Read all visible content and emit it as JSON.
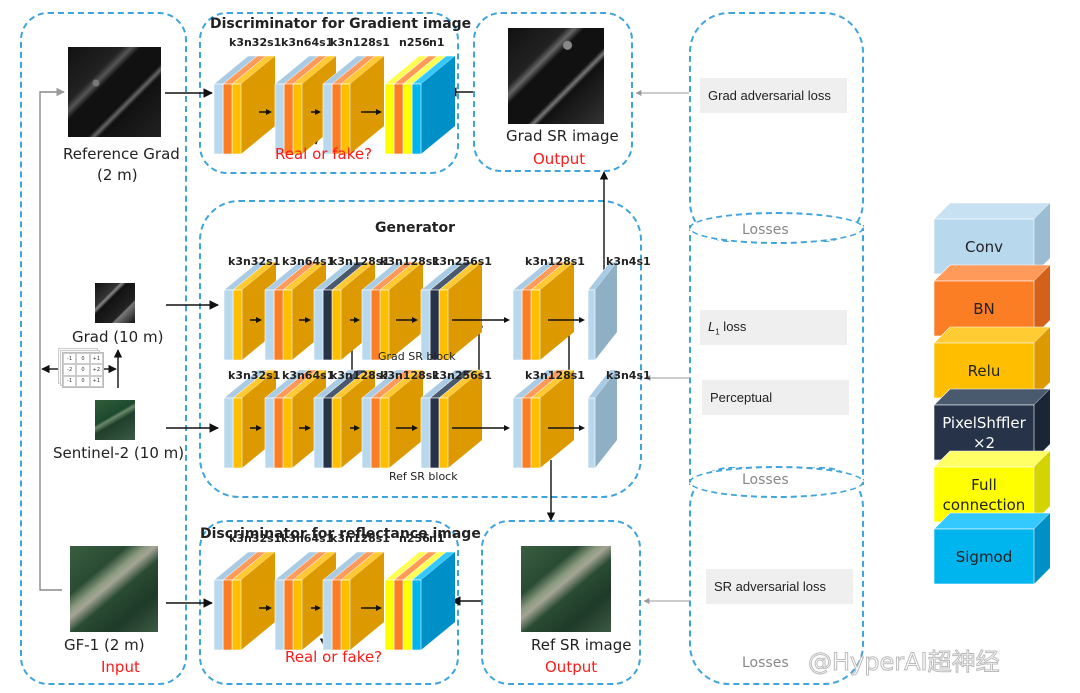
{
  "colors": {
    "conv": "#b8d8ee",
    "bn": "#fb7d24",
    "relu": "#ffbf00",
    "relu_side": "#dd9a00",
    "pixelshuffle": "#263349",
    "full_connection": "#ffff00",
    "sigmoid": "#00b4ee",
    "sigmoid_side": "#0090c8",
    "final_conv_side": "#8fb0c4",
    "dash": "#3fa3dc",
    "accent_red": "#ff1a1a"
  },
  "inputs": {
    "reference_grad": {
      "label": "Reference Grad",
      "sublabel": "(2 m)"
    },
    "grad_10m": {
      "label": "Grad (10 m)"
    },
    "sobel_kernel": [
      [
        "-1",
        "0",
        "+1"
      ],
      [
        "-2",
        "0",
        "+2"
      ],
      [
        "-1",
        "0",
        "+1"
      ]
    ],
    "sentinel2": {
      "label": "Sentinel-2 (10 m)"
    },
    "gf1": {
      "label": "GF-1 (2 m)"
    },
    "input_tag": "Input"
  },
  "disc_grad": {
    "title": "Discriminator for Gradient image",
    "layers": [
      "k3n32s1",
      "k3n64s1",
      "k3n128s1",
      "n256",
      "n1"
    ],
    "verdict": "Real or fake?"
  },
  "disc_ref": {
    "title": "Discriminator for reflectance image",
    "layers": [
      "k3n32s1",
      "k3n64s1",
      "k3n128s1",
      "n256",
      "n1"
    ],
    "verdict": "Real or fake?"
  },
  "generator": {
    "title": "Generator",
    "grad_block": {
      "label": "Grad SR block",
      "layers": [
        "k3n32s1",
        "k3n64s1",
        "k3n128s1",
        "k3n128s1",
        "k3n256s1",
        "k3n128s1",
        "k3n4s1"
      ]
    },
    "ref_block": {
      "label": "Ref SR block",
      "layers": [
        "k3n32s1",
        "k3n64s1",
        "k3n128s1",
        "k3n128s1",
        "k3n256s1",
        "k3n128s1",
        "k3n4s1"
      ]
    }
  },
  "outputs": {
    "grad_sr": {
      "label": "Grad SR image",
      "tag": "Output"
    },
    "ref_sr": {
      "label": "Ref SR image",
      "tag": "Output"
    }
  },
  "losses": {
    "grad_adv": "Grad  adversarial loss",
    "l1_symbol": "L",
    "l1_sub": "1",
    "l1_rest": " loss",
    "perceptual": "Perceptual",
    "sr_adv": "SR  adversarial loss",
    "group_label": "Losses"
  },
  "legend": [
    {
      "key": "conv",
      "label": "Conv"
    },
    {
      "key": "bn",
      "label": "BN"
    },
    {
      "key": "relu",
      "label": "Relu"
    },
    {
      "key": "pixelshuffle",
      "label": "PixelShffler",
      "label2": "×2"
    },
    {
      "key": "fc",
      "label": "Full",
      "label2": "connection"
    },
    {
      "key": "sigmoid",
      "label": "Sigmod"
    }
  ],
  "watermark": "@HyperAI超神经"
}
